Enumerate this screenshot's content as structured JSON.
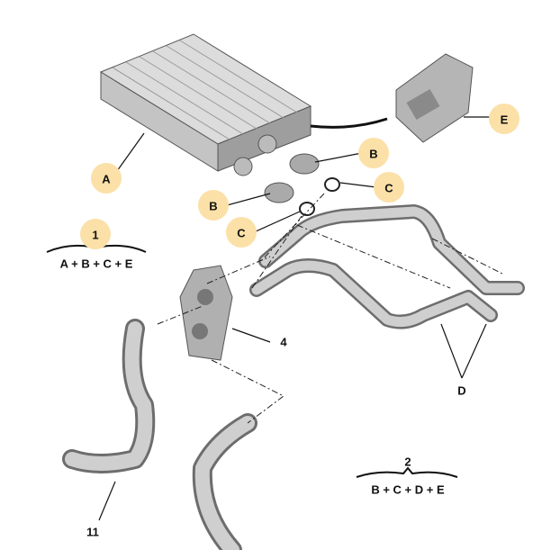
{
  "callouts": {
    "A": "A",
    "B1": "B",
    "C1": "C",
    "B2": "B",
    "C2": "C",
    "E": "E",
    "item1": "1",
    "item4": "4",
    "D": "D",
    "item11": "11",
    "item2": "2"
  },
  "kits": {
    "kit1_formula": "A + B + C + E",
    "kit2_formula": "B + C + D + E"
  },
  "colors": {
    "callout_bubble": "#fbe0a8",
    "part": "#a8a8a8"
  }
}
